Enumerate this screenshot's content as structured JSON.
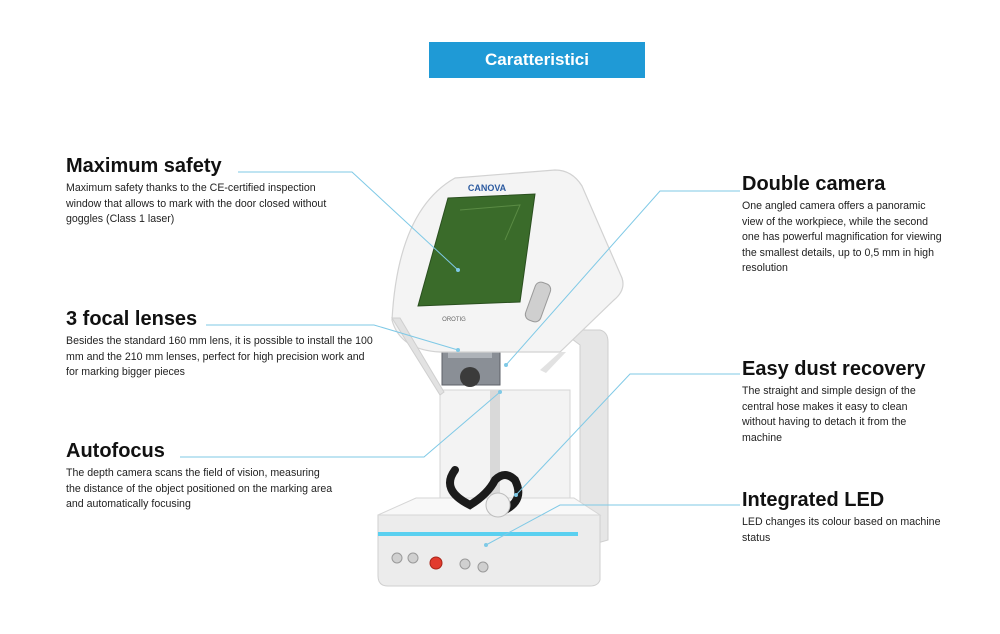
{
  "header": {
    "label": "Caratteristici"
  },
  "machine": {
    "brand": "CANOVA",
    "model": "OROTIG"
  },
  "features": {
    "safety": {
      "title": "Maximum safety",
      "desc": "Maximum safety thanks to the CE-certified inspection window that allows to mark with the door closed without goggles (Class 1 laser)"
    },
    "lenses": {
      "title": "3 focal lenses",
      "desc": "Besides the standard 160 mm lens, it is possible to install the 100 mm and the 210 mm lenses, perfect for high precision work and for marking bigger pieces"
    },
    "autofocus": {
      "title": "Autofocus",
      "desc": "The depth camera scans the field of vision, measuring the distance of the object positioned on the marking area and automatically focusing"
    },
    "camera": {
      "title": "Double camera",
      "desc": "One angled camera offers a panoramic view of the workpiece, while the second one has powerful magnification for viewing the smallest details, up to 0,5 mm in high resolution"
    },
    "dust": {
      "title": "Easy dust recovery",
      "desc": "The straight and simple design of the central hose makes it easy to clean without having to detach it from the machine"
    },
    "led": {
      "title": "Integrated LED",
      "desc": "LED changes its colour based on machine status"
    }
  },
  "colors": {
    "accent": "#1f9ad6",
    "callout_line": "#7fc9e6",
    "window": "#3a6b2a",
    "led": "#5ad0f0",
    "machine_body": "#f1f1f1"
  }
}
